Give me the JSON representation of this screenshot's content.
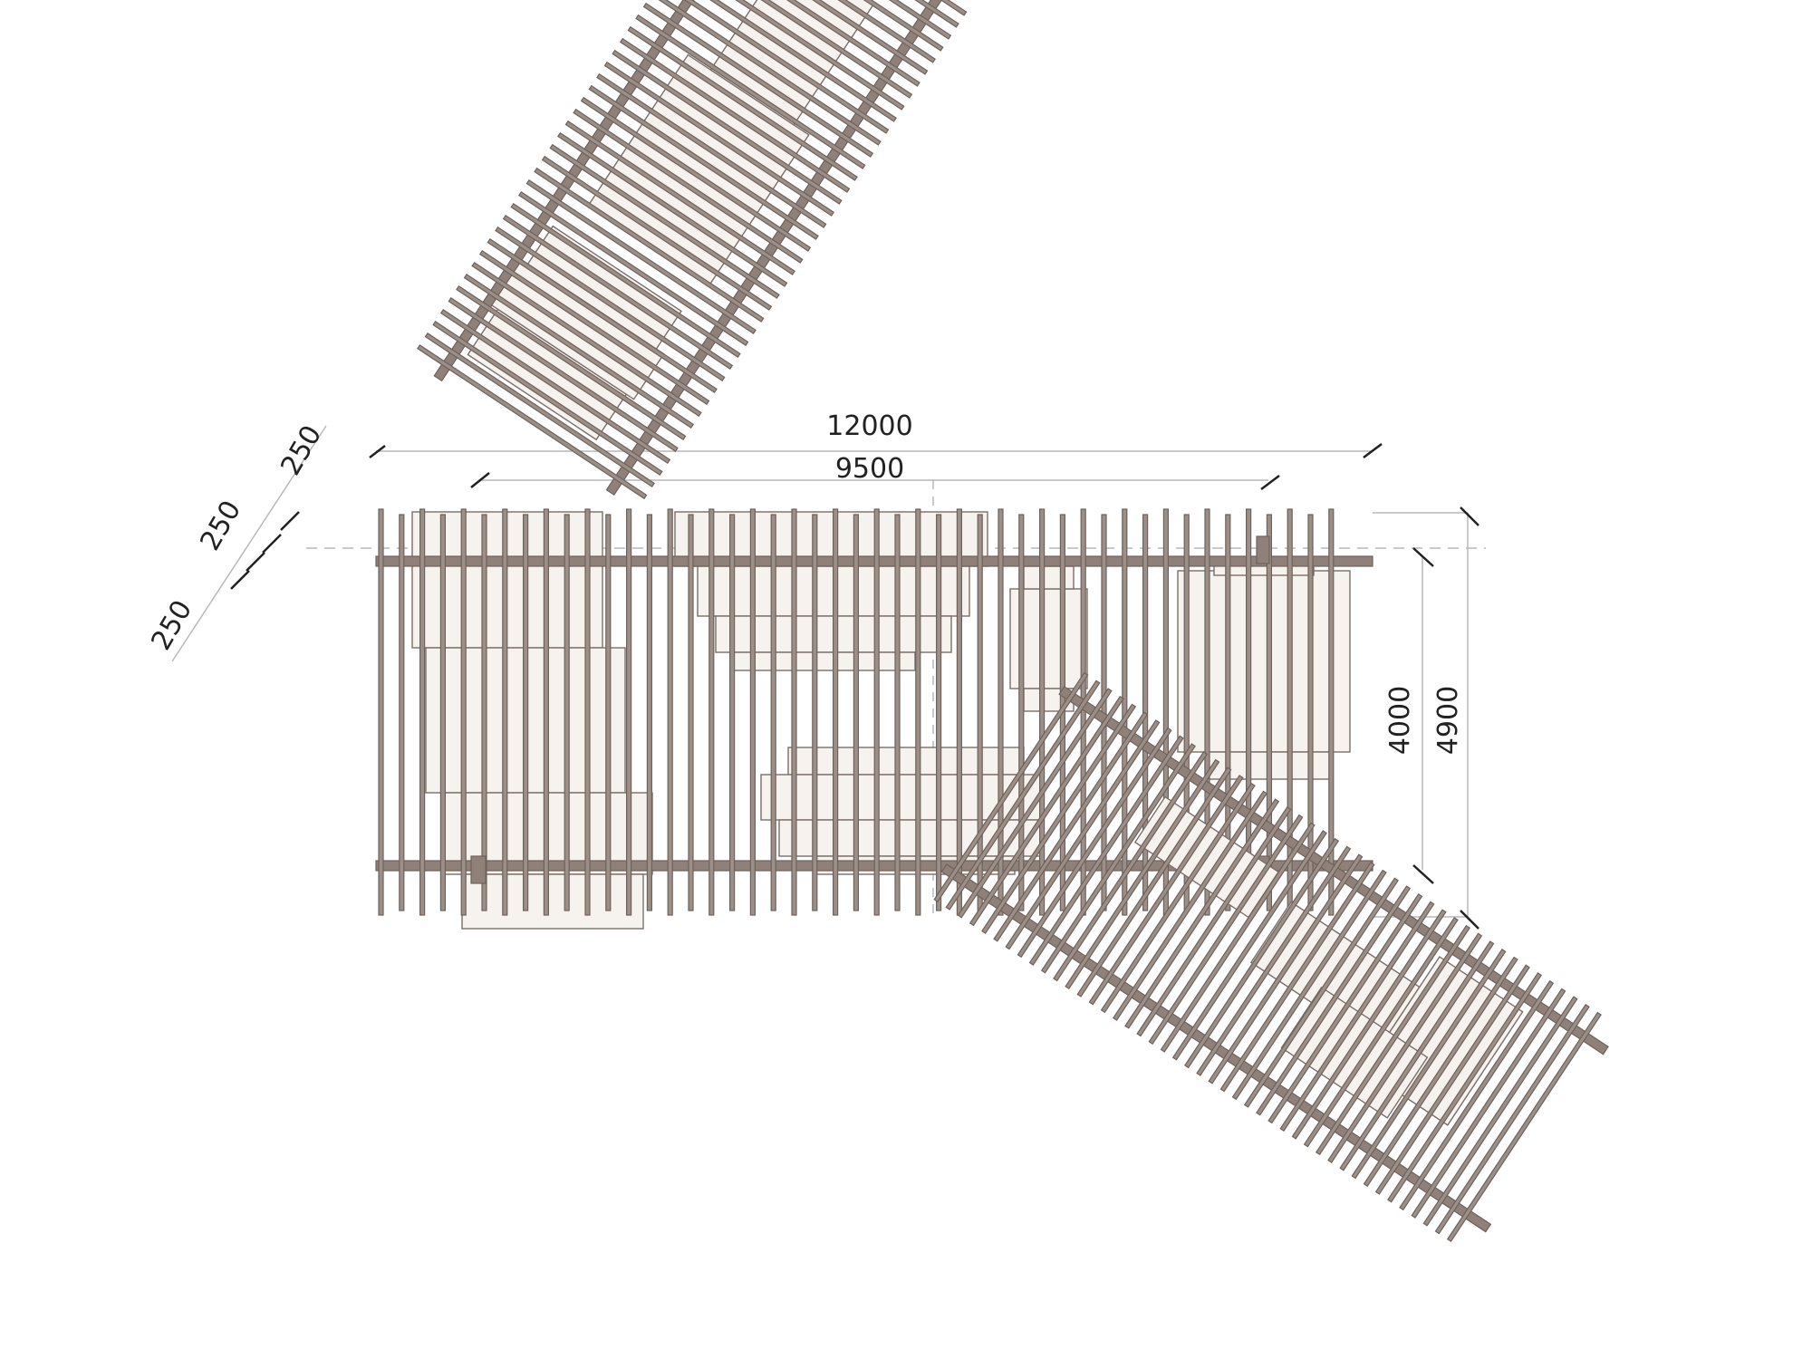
{
  "drawing": {
    "colors": {
      "rod_fill": "#9c8f87",
      "rod_stroke": "#6d625c",
      "beam_fill": "#8f8179",
      "panel_fill": "#f6f2ee",
      "panel_stroke": "#7a6e68",
      "dimension": "#222222",
      "guide": "#b9b9b9"
    },
    "dimensions": {
      "overall_length": "12000",
      "inner_length": "9500",
      "depth_inner": "4000",
      "depth_overall": "4900",
      "spacing_a": "250",
      "spacing_b": "250",
      "spacing_c": "250"
    }
  }
}
